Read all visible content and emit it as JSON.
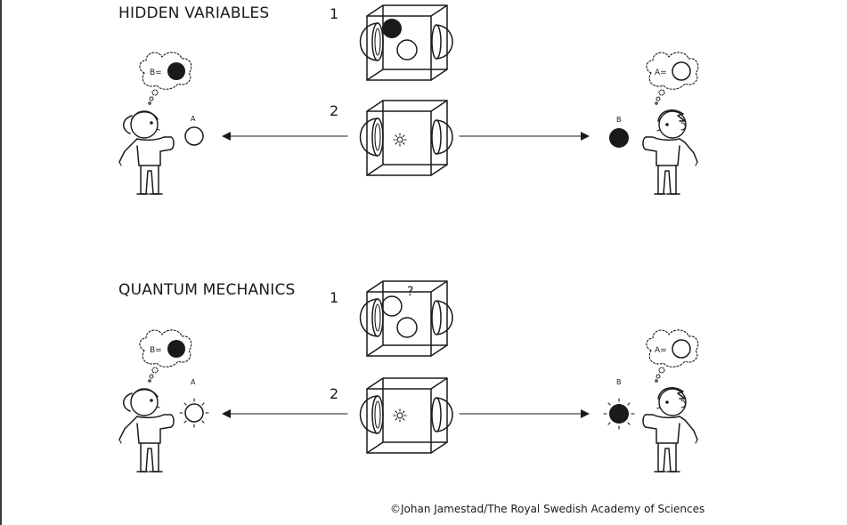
{
  "sections": [
    {
      "title": "HIDDEN VARIABLES",
      "step1": "1",
      "step2": "2",
      "left_ball_label": "A",
      "right_ball_label": "B",
      "left_thought": "B=",
      "right_thought": "A="
    },
    {
      "title": "QUANTUM MECHANICS",
      "step1": "1",
      "step2": "2",
      "box_question": "?",
      "left_ball_label": "A",
      "right_ball_label": "B",
      "left_thought": "B=",
      "right_thought": "A="
    }
  ],
  "credit": "©Johan Jamestad/The Royal Swedish Academy of Sciences"
}
